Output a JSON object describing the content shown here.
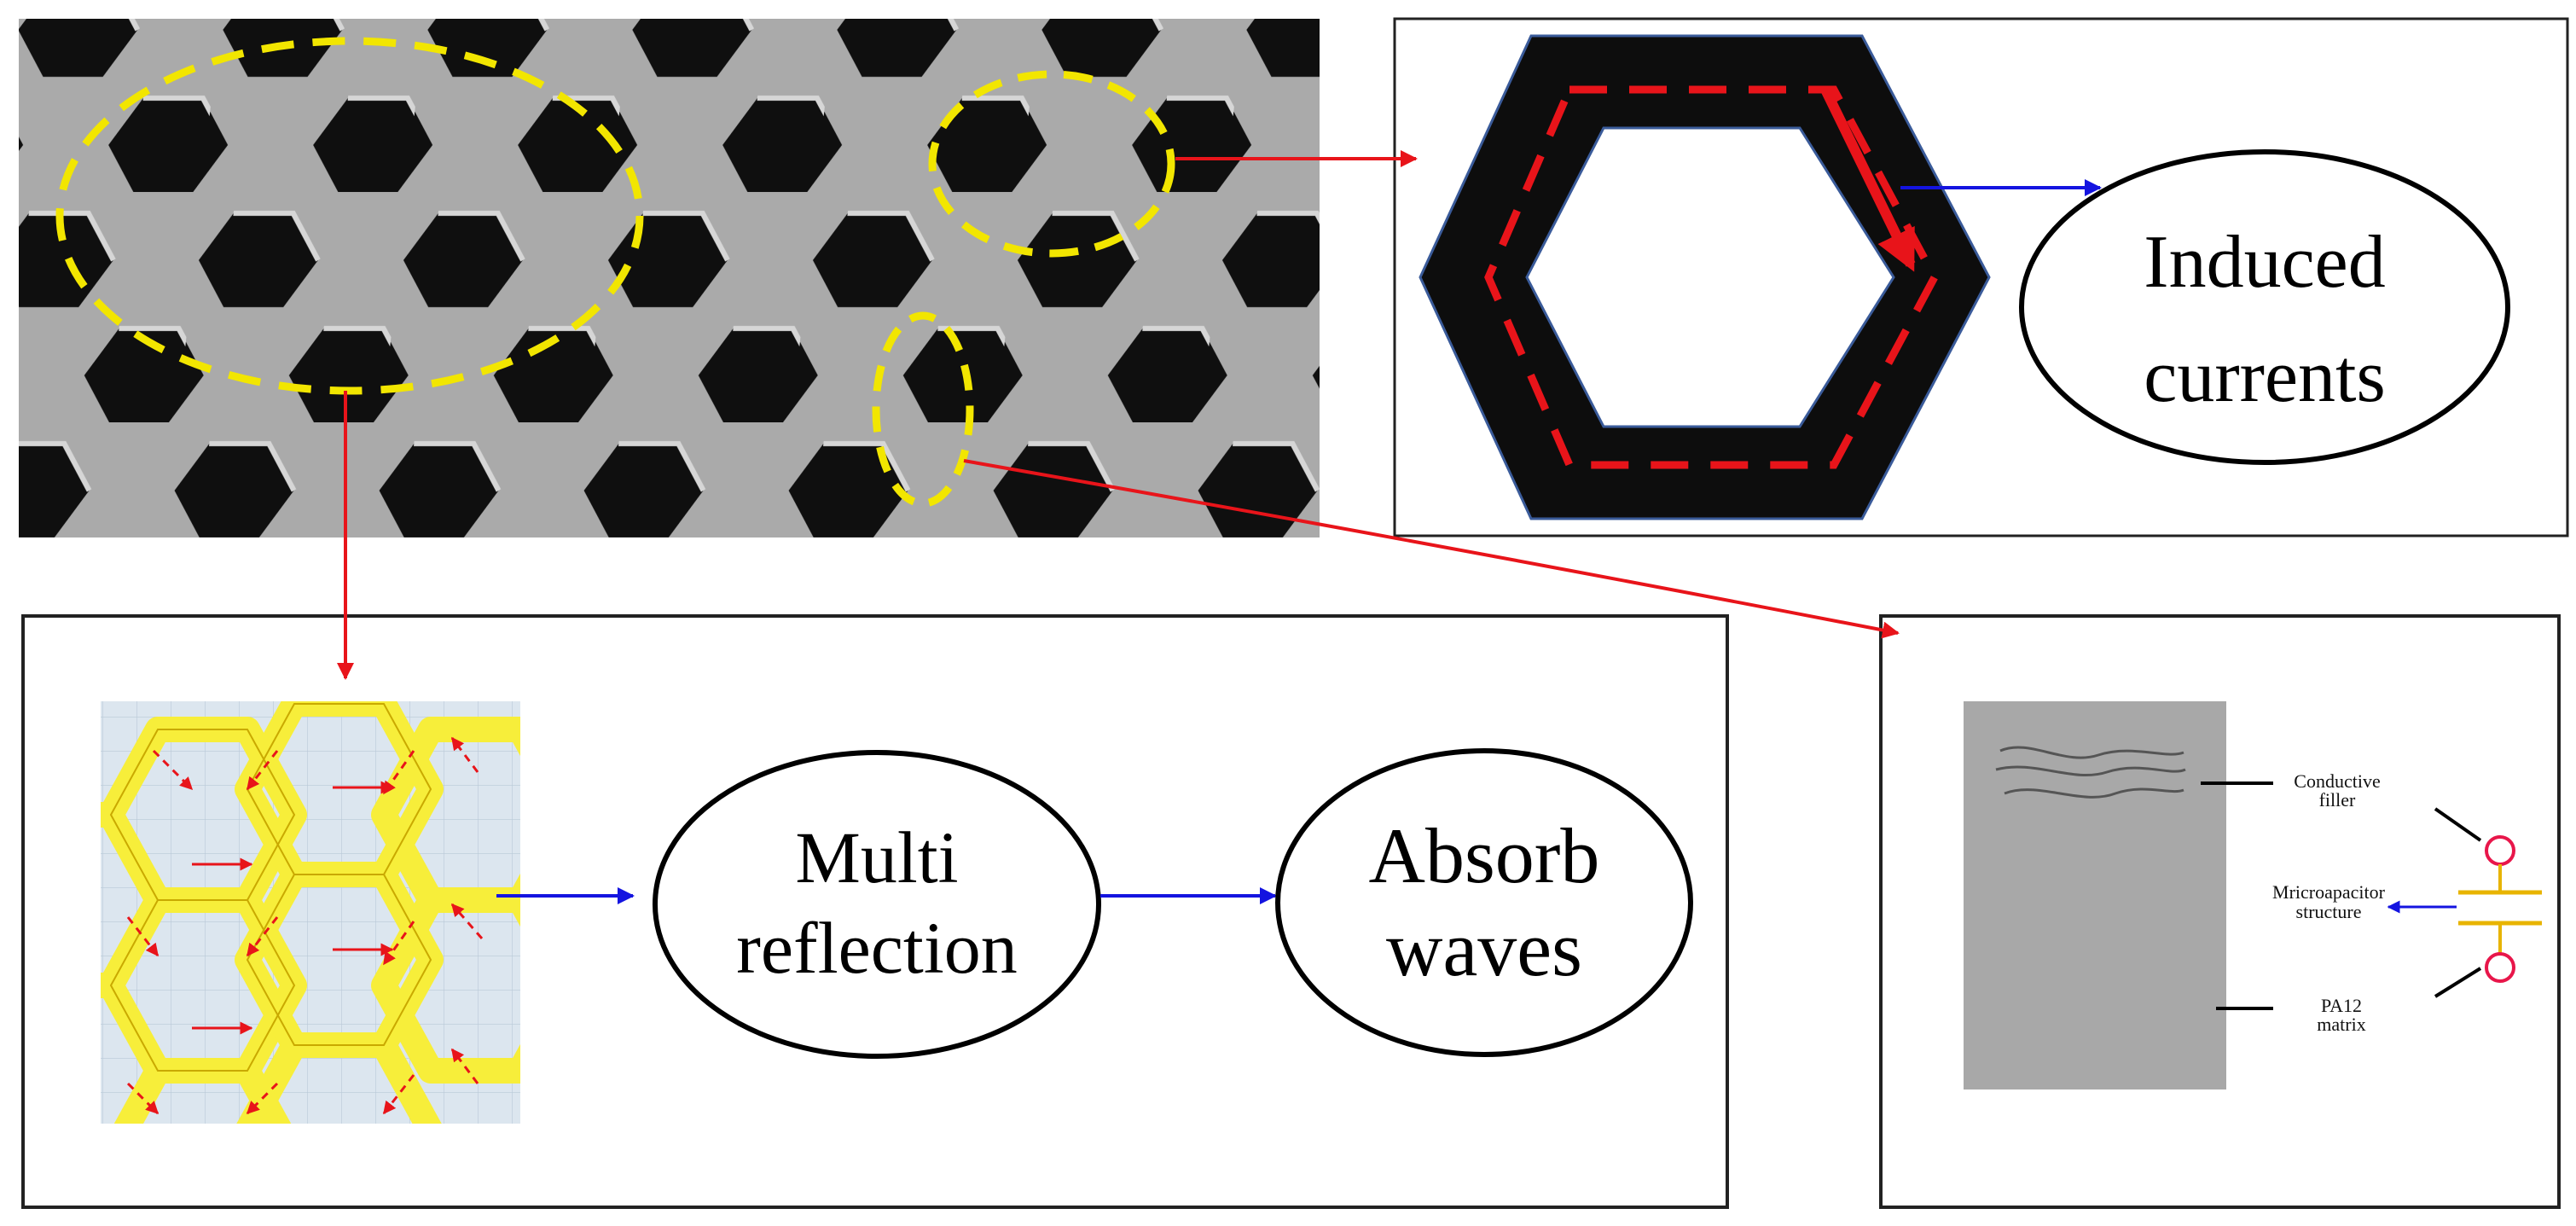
{
  "nodes": {
    "induced_currents": {
      "line1": "Induced",
      "line2": "currents"
    },
    "multi_reflection": {
      "line1": "Multi",
      "line2": "reflection"
    },
    "absorb_waves": {
      "line1": "Absorb",
      "line2": "waves"
    }
  },
  "micro_panel": {
    "conductive_filler": {
      "line1": "Conductive",
      "line2": "filler"
    },
    "microcapacitor": {
      "line1": "Mricroapacitor",
      "line2": "structure"
    },
    "matrix": {
      "line1": "PA12",
      "line2": "matrix"
    }
  },
  "colors": {
    "highlight": "#f2e600",
    "link_arrow": "#e8141a",
    "flow_arrow": "#1414e0",
    "hex_fill": "#f7ee3a",
    "grid_bg": "#dce6ef",
    "matrix_gray": "#a8a8a8",
    "capacitor": "#e8b400"
  }
}
